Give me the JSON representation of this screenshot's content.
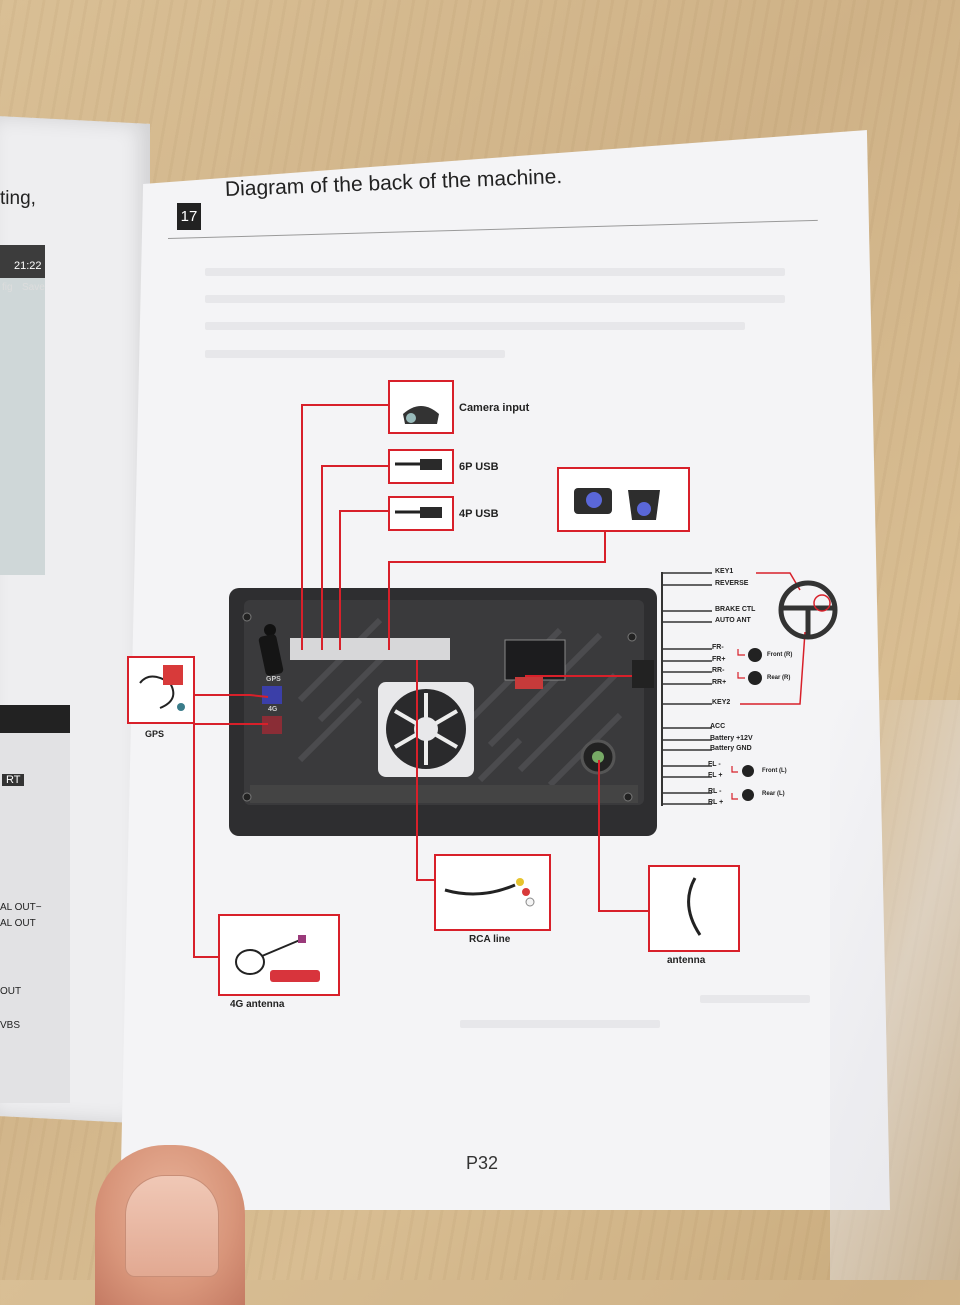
{
  "left_page": {
    "heading_fragment": "ting,",
    "status_time": "21:22",
    "menu_fragment_1": "fig",
    "menu_fragment_2": "Save",
    "tab_fragment": "RT",
    "line_1": "AL OUT−",
    "line_2": "AL OUT",
    "line_3": "OUT",
    "line_4": "VBS"
  },
  "section": {
    "number": "17",
    "title": "Diagram of the back of the machine."
  },
  "components": {
    "camera_input": "Camera input",
    "usb_6p": "6P USB",
    "usb_4p": "4P USB",
    "gps": "GPS",
    "antenna_4g": "4G antenna",
    "rca_line": "RCA line",
    "antenna": "antenna"
  },
  "port_labels": {
    "gps_port": "GPS",
    "port_4g": "4G"
  },
  "wiring": {
    "wires": [
      "KEY1",
      "REVERSE",
      "BRAKE CTL",
      "AUTO ANT",
      "FR-",
      "FR+",
      "RR-",
      "RR+",
      "KEY2",
      "ACC",
      "Battery +12V",
      "Battery GND",
      "FL -",
      "FL +",
      "RL -",
      "RL +"
    ],
    "speakers": {
      "front_r": "Front (R)",
      "rear_r": "Rear (R)",
      "front_l": "Front (L)",
      "rear_l": "Rear (L)"
    }
  },
  "footer": {
    "page": "P32"
  },
  "colors": {
    "accent_red": "#d8202a",
    "unit_body": "#2e2e30"
  }
}
